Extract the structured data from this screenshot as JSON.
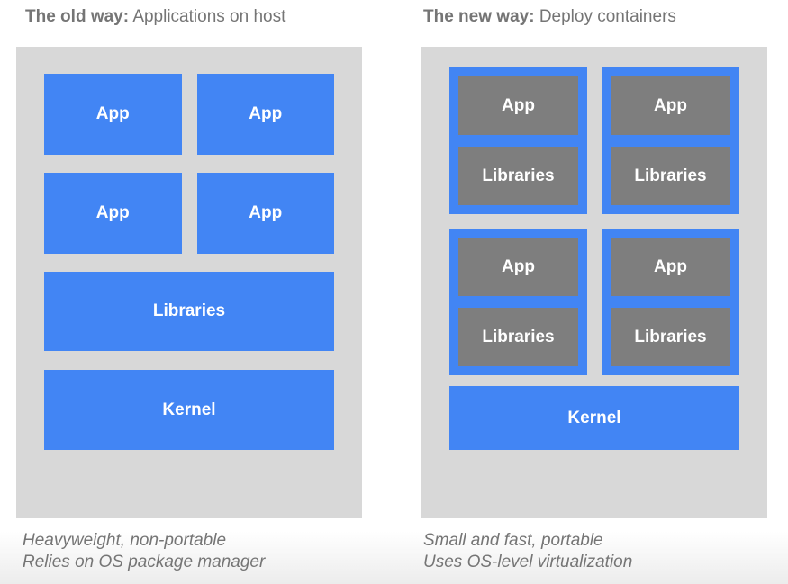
{
  "colors": {
    "panel_bg": "#d8d8d8",
    "blue": "#4285f4",
    "gray_box": "#7e7e7e",
    "muted_text": "#757575",
    "box_text": "#ffffff"
  },
  "left": {
    "title_bold": "The old way:",
    "title_rest": "Applications on host",
    "app_boxes": [
      "App",
      "App",
      "App",
      "App"
    ],
    "libraries_label": "Libraries",
    "kernel_label": "Kernel",
    "caption": [
      "Heavyweight, non-portable",
      "Relies on OS package manager"
    ]
  },
  "right": {
    "title_bold": "The new way:",
    "title_rest": "Deploy containers",
    "containers": [
      {
        "app": "App",
        "libraries": "Libraries"
      },
      {
        "app": "App",
        "libraries": "Libraries"
      },
      {
        "app": "App",
        "libraries": "Libraries"
      },
      {
        "app": "App",
        "libraries": "Libraries"
      }
    ],
    "kernel_label": "Kernel",
    "caption": [
      "Small and fast, portable",
      "Uses OS-level virtualization"
    ]
  }
}
